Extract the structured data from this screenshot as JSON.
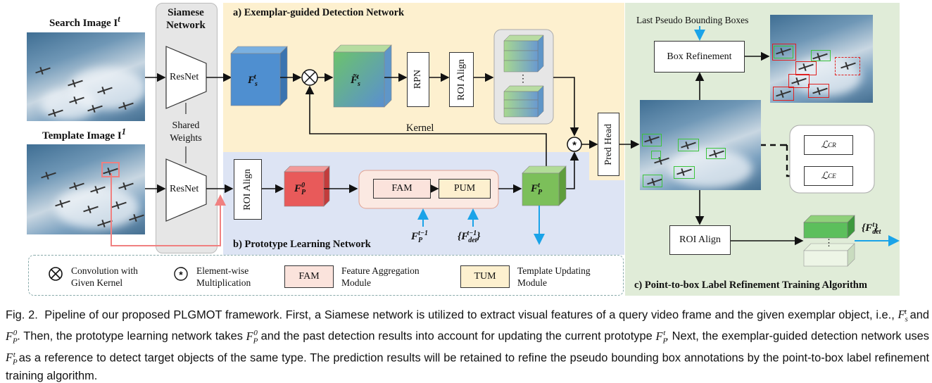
{
  "figure": {
    "inputs": {
      "search_title": "Search Image I",
      "search_sup": "t",
      "template_title": "Template Image I",
      "template_sup": "1"
    },
    "siamese": {
      "title_line1": "Siamese",
      "title_line2": "Network",
      "resnet_top": "ResNet",
      "resnet_bottom": "ResNet",
      "shared_line1": "Shared",
      "shared_line2": "Weights"
    },
    "section_a": {
      "title": "a) Exemplar-guided Detection Network",
      "fs_label": "F",
      "fs_sub": "s",
      "fs_sup": "t",
      "fs_tilde_label": "F̃",
      "rpn": "RPN",
      "roi_align": "ROI Align",
      "kernel": "Kernel",
      "ellipsis": "⋮"
    },
    "section_b": {
      "title": "b) Prototype Learning Network",
      "roi_align": "ROI Align",
      "fp0_label": "F",
      "fp0_sub": "P",
      "fp0_sup": "0",
      "fam": "FAM",
      "pum": "PUM",
      "fpt_label": "F",
      "fpt_sub": "P",
      "fpt_sup": "t",
      "input1_label": "F",
      "input1_sub": "P",
      "input1_sup": "t−1",
      "input2_label": "{F",
      "input2_sub": "det",
      "input2_sup": "t−1",
      "input2_close": "}"
    },
    "pred_head": "Pred Head",
    "section_c": {
      "title": "c) Point-to-box Label Refinement Training Algorithm",
      "last_pseudo": "Last Pseudo Bounding Boxes",
      "box_refinement": "Box Refinement",
      "roi_align": "ROI Align",
      "loss_cr": "ℒ",
      "loss_cr_sub": "CR",
      "loss_ce": "ℒ",
      "loss_ce_sub": "CE",
      "fdet_open": "{F",
      "fdet_sub": "det",
      "fdet_sup": "t",
      "fdet_close": "}",
      "ellipsis": "⋮"
    },
    "legend": {
      "conv_symbol": "⊗",
      "conv_line1": "Convolution with",
      "conv_line2": "Given Kernel",
      "mult_symbol": "*",
      "mult_line1": "Element-wise",
      "mult_line2": "Multiplication",
      "fam_box": "FAM",
      "fam_line1": "Feature Aggregation",
      "fam_line2": "Module",
      "tum_box": "TUM",
      "tum_line1": "Template Updating",
      "tum_line2": "Module"
    }
  },
  "caption": {
    "prefix": "Fig. 2.",
    "s1": "Pipeline of our proposed PLGMOT framework. First, a Siamese network is utilized to extract visual features of a query video frame and the given exemplar object, i.e.,",
    "m1": "F",
    "m1_sub": "s",
    "m1_sup": "t",
    "s2": "and",
    "m2": "F",
    "m2_sub": "P",
    "m2_sup": "0",
    "s3": ". Then, the prototype learning network takes",
    "m3": "F",
    "m3_sub": "P",
    "m3_sup": "0",
    "s4": "and the past detection results into account for updating the current prototype",
    "m4": "F",
    "m4_sub": "P",
    "m4_sup": "t",
    "s5": ". Next, the exemplar-guided detection network uses",
    "m5": "F",
    "m5_sub": "P",
    "m5_sup": "t",
    "s6": "as a reference to detect target objects of the same type. The prediction results will be retained to refine the pseudo bounding box annotations by the point-to-box label refinement training algorithm."
  },
  "colors": {
    "section_a_bg": "#fdf0cf",
    "section_b_bg": "#dde4f4",
    "section_c_bg": "#e0ecd8",
    "siamese_bg": "#e6e6e6",
    "arrow_blue": "#1aa3e8",
    "arrow_pink": "#f08080",
    "cube_blue": "#4f8fd0",
    "cube_red": "#e84f4f",
    "cube_green": "#7cbf5a"
  }
}
